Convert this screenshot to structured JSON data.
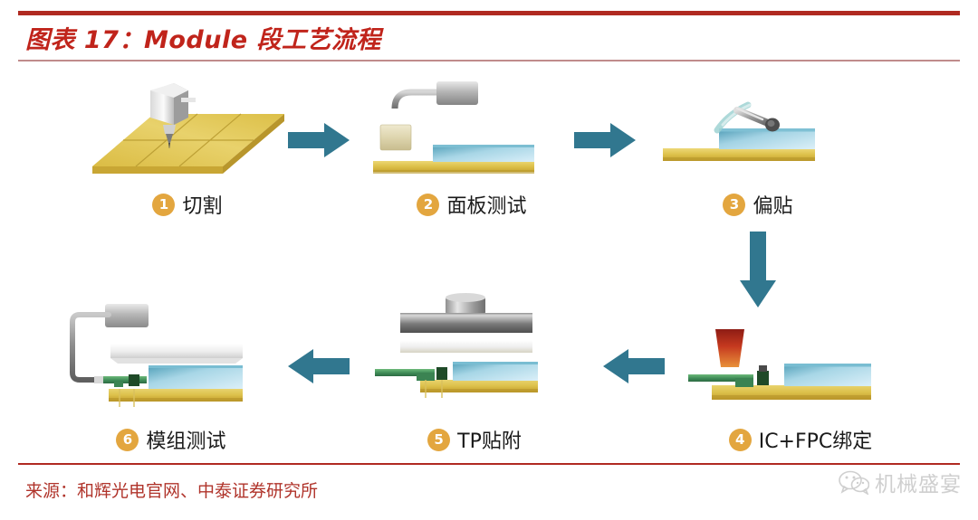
{
  "header": {
    "title": "图表 17：Module 段工艺流程",
    "accent_color": "#c0241b",
    "rule_color": "#b02a21"
  },
  "footer": {
    "source": "来源：和辉光电官网、中泰证券研究所",
    "watermark_text": "机械盛宴",
    "watermark_icon": "wechat-icon"
  },
  "flow": {
    "arrow_color": "#31778f",
    "badge_color": "#e3a63f",
    "steps": [
      {
        "number": "1",
        "label": "切割",
        "art": "cutting-machine-illustration"
      },
      {
        "number": "2",
        "label": "面板测试",
        "art": "panel-probe-test-illustration"
      },
      {
        "number": "3",
        "label": "偏贴",
        "art": "polarizer-lamination-illustration"
      },
      {
        "number": "4",
        "label": "IC+FPC绑定",
        "art": "ic-fpc-bonding-illustration"
      },
      {
        "number": "5",
        "label": "TP贴附",
        "art": "touch-panel-press-illustration"
      },
      {
        "number": "6",
        "label": "模组测试",
        "art": "module-test-illustration"
      }
    ],
    "connectors": [
      {
        "name": "arrow-step1-to-step2",
        "direction": "right"
      },
      {
        "name": "arrow-step2-to-step3",
        "direction": "right"
      },
      {
        "name": "arrow-step3-to-step4",
        "direction": "down"
      },
      {
        "name": "arrow-step4-to-step5",
        "direction": "left"
      },
      {
        "name": "arrow-step5-to-step6",
        "direction": "left"
      }
    ]
  }
}
